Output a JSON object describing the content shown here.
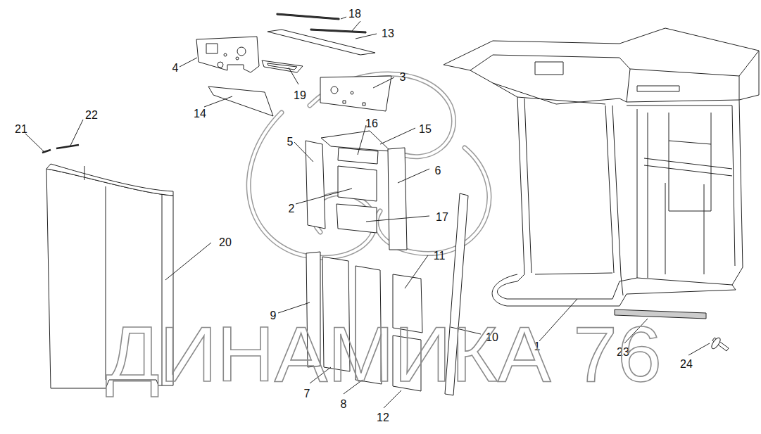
{
  "diagram": {
    "labels": [
      "18",
      "13",
      "4",
      "19",
      "3",
      "14",
      "22",
      "21",
      "16",
      "15",
      "5",
      "6",
      "2",
      "17",
      "20",
      "11",
      "9",
      "10",
      "1",
      "23",
      "7",
      "8",
      "12",
      "24",
      "ДИНАМИКА 76"
    ]
  }
}
